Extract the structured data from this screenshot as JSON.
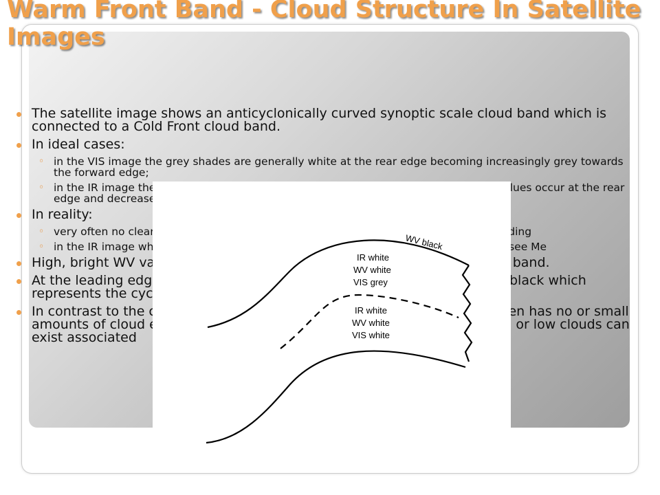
{
  "slide": {
    "title": "Warm Front Band - Cloud Structure In Satellite Images",
    "bullets": [
      {
        "text": "The satellite image shows an anticyclonically curved synoptic scale cloud band which is connected to a Cold Front cloud band."
      },
      {
        "text": "In ideal cases:",
        "subbullets": [
          "in the VIS image the grey shades are generally white at the rear edge becoming increasingly grey towards the forward edge;",
          "in the IR image the grey shades range from light grey to white, where the brighter values occur at the rear edge and decrease towards the downstream cloud edge."
        ]
      },
      {
        "text": "In reality:",
        "subbullets": [
          "very often no clear distinction between layers; multiple cloud layers with broken clouding",
          "in the IR image white upper cloud layers are above medium grey lower cloud layers (see Me"
        ]
      },
      {
        "text": "High, bright WV values dominate at the leading edge of the frontal cloud band."
      },
      {
        "text": "At the leading edge the WV image shows a sharp gradient from white to black which represents the cyclonic side of the jet."
      },
      {
        "text": "In contrast to the cloud band (high-level cloud field), the warm sector often has no or small amounts of cloud except in winter and spring where thick stratus and fog or low clouds can exist associated"
      }
    ]
  },
  "figure": {
    "labels": {
      "wv_black": "WV black",
      "upper_ir": "IR white",
      "upper_wv": "WV white",
      "upper_vis": "VIS grey",
      "lower_ir": "IR white",
      "lower_wv": "WV white",
      "lower_vis": "VIS white"
    }
  }
}
